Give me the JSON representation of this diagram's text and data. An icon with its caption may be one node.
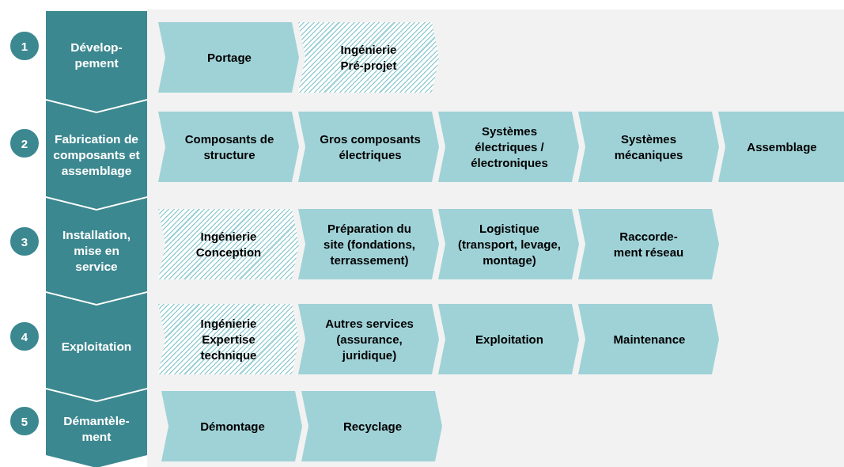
{
  "diagram": {
    "nodes": [
      {
        "text": [
          "1"
        ]
      },
      {
        "text": [
          "Dévelop- pement"
        ]
      },
      {
        "text": [
          "Portage"
        ]
      },
      {
        "text": [
          "Ingénierie Pré-projet"
        ]
      },
      {
        "text": [
          "2"
        ]
      },
      {
        "text": [
          "Fabrication de composants et assemblage"
        ]
      },
      {
        "text": [
          "Composants de structure"
        ]
      },
      {
        "text": [
          "Gros composants électriques"
        ]
      },
      {
        "text": [
          "Systèmes électriques / électroniques"
        ]
      },
      {
        "text": [
          "Systèmes mécaniques"
        ]
      },
      {
        "text": [
          "Assemblage"
        ]
      },
      {
        "text": [
          "3"
        ]
      },
      {
        "text": [
          "Installation, mise en service"
        ]
      },
      {
        "text": [
          "Ingénierie Conception"
        ]
      },
      {
        "text": [
          "Préparation du site (fondations, terrassement)"
        ]
      },
      {
        "text": [
          "Logistique (transport, levage, montage)"
        ]
      },
      {
        "text": [
          "Raccorde- ment réseau"
        ]
      },
      {
        "text": [
          "4"
        ]
      },
      {
        "text": [
          "Exploitation"
        ]
      },
      {
        "text": [
          "Ingénierie Expertise technique"
        ]
      },
      {
        "text": [
          "Autres services (assurance, juridique)"
        ]
      },
      {
        "text": [
          "Exploitation"
        ]
      },
      {
        "text": [
          "Maintenance"
        ]
      },
      {
        "text": [
          "5"
        ]
      },
      {
        "text": [
          "Démantèle- ment"
        ]
      },
      {
        "text": [
          "Démontage"
        ]
      },
      {
        "text": [
          "Recyclage"
        ]
      }
    ]
  }
}
